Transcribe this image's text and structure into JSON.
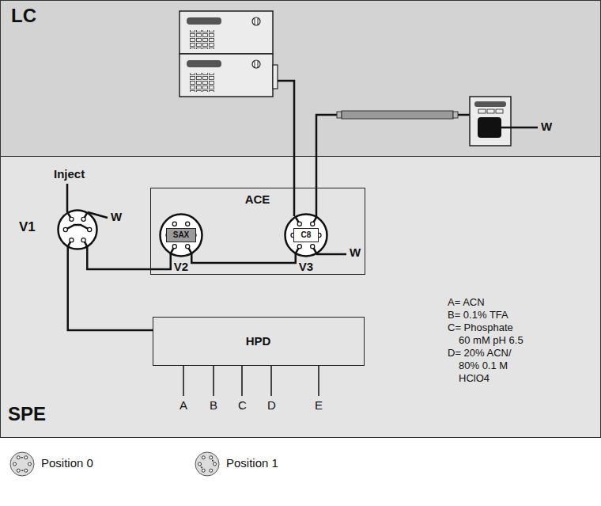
{
  "diagram": {
    "nodes": [
      {
        "text": [
          "LC"
        ]
      },
      {
        "text": [
          "SPE"
        ]
      },
      {
        "text": [
          "ACE"
        ],
        "in": 1
      },
      {
        "text": [
          "V1"
        ],
        "in": 1
      },
      {
        "text": [
          "V2"
        ],
        "in": 2
      },
      {
        "text": [
          "SAX"
        ],
        "in": 4
      },
      {
        "text": [
          "V3"
        ],
        "in": 2
      },
      {
        "text": [
          "C8"
        ],
        "in": 6
      },
      {
        "text": [
          "HPD"
        ],
        "in": 1
      }
    ],
    "edges": [
      {
        "from": 3,
        "to": 4,
        "arrow": "none"
      },
      {
        "from": 4,
        "to": 6,
        "arrow": "none"
      },
      {
        "from": 8,
        "to": 3,
        "arrow": "none"
      }
    ],
    "labels": [
      "Inject",
      "W",
      "W",
      "W",
      "A",
      "B",
      "C",
      "D",
      "E",
      "A= ACN",
      "B= 0.1% TFA",
      "C= Phosphate 60 mM pH 6.5",
      "D= 20% ACN/ 80% 0.1 M HClO4"
    ],
    "legend": [
      {
        "text": "Position 0"
      },
      {
        "text": "Position 1"
      }
    ]
  }
}
